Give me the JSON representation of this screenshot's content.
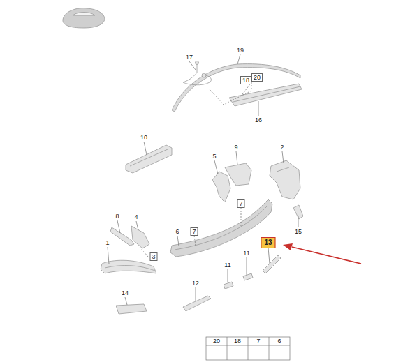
{
  "diagram": {
    "nodes": [
      {
        "text": [
          "18"
        ]
      },
      {
        "text": [
          "20"
        ]
      },
      {
        "text": [
          "7"
        ]
      },
      {
        "text": [
          "7"
        ]
      },
      {
        "text": [
          "13"
        ]
      },
      {
        "text": [
          "3"
        ]
      }
    ],
    "labels": [
      "17",
      "19",
      "16",
      "10",
      "9",
      "5",
      "2",
      "8",
      "4",
      "6",
      "15",
      "1",
      "11",
      "11",
      "12",
      "14",
      "20",
      "18",
      "7",
      "6"
    ]
  }
}
